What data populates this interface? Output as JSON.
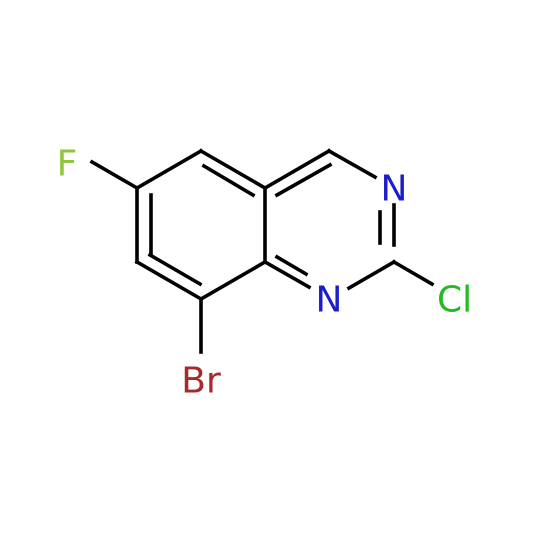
{
  "molecule": {
    "atoms": [
      {
        "id": "F",
        "label": "F",
        "color": "#8dc63f"
      },
      {
        "id": "N3",
        "label": "N",
        "color": "#1c1ccc"
      },
      {
        "id": "N1",
        "label": "N",
        "color": "#1c1ccc"
      },
      {
        "id": "Cl",
        "label": "Cl",
        "color": "#21bc21"
      },
      {
        "id": "Br",
        "label": "Br",
        "color": "#a52a2a"
      }
    ]
  },
  "colors": {
    "bond": "#000000",
    "background": "#ffffff"
  }
}
